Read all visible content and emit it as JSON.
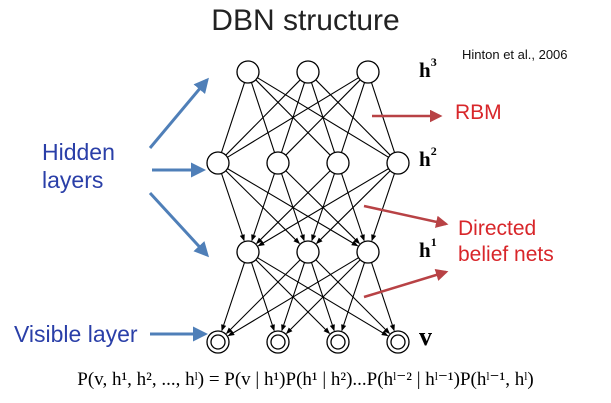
{
  "title": "DBN structure",
  "citation": "Hinton et al., 2006",
  "labels": {
    "hidden_line1": "Hidden",
    "hidden_line2": "layers",
    "visible": "Visible layer",
    "rbm": "RBM",
    "directed_line1": "Directed",
    "directed_line2": "belief nets"
  },
  "layers": [
    {
      "base": "h",
      "sup": "3",
      "units": 3
    },
    {
      "base": "h",
      "sup": "2",
      "units": 4
    },
    {
      "base": "h",
      "sup": "1",
      "units": 3
    },
    {
      "base": "v",
      "sup": "",
      "units": 4
    }
  ],
  "formula": "P(v, h¹, h², ..., hˡ) = P(v | h¹)P(h¹ | h²)...P(hˡ⁻² | hˡ⁻¹)P(hˡ⁻¹, hˡ)",
  "colors": {
    "blue_arrow": "#4f7fb8",
    "red_arrow": "#b84245",
    "blue_text": "#2a3fa8",
    "red_text": "#d8262a"
  }
}
